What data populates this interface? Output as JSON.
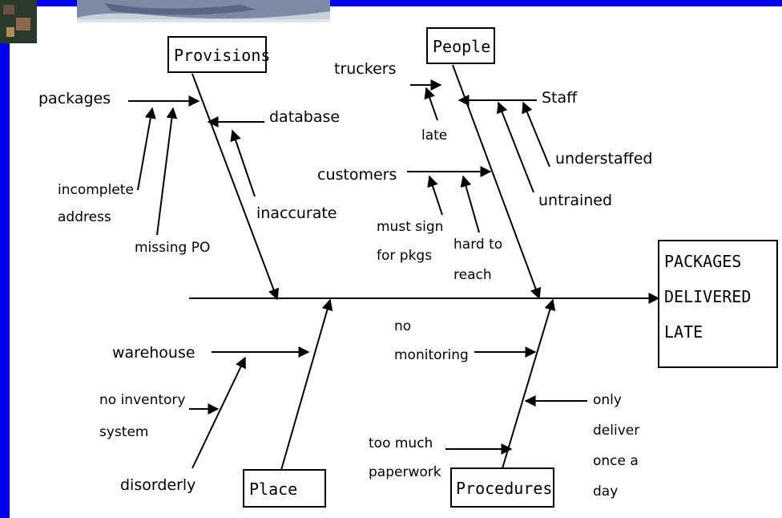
{
  "effect": {
    "lines": [
      "PACKAGES",
      "DELIVERED",
      "LATE"
    ]
  },
  "categories": {
    "provisions": "Provisions",
    "people": "People",
    "place": "Place",
    "procedures": "Procedures"
  },
  "causes": {
    "packages": "packages",
    "database": "database",
    "incomplete_address": [
      "incomplete",
      "address"
    ],
    "missing_po": "missing PO",
    "inaccurate": "inaccurate",
    "truckers": "truckers",
    "late": "late",
    "staff": "Staff",
    "understaffed": "understaffed",
    "untrained": "untrained",
    "customers": "customers",
    "must_sign": [
      "must sign",
      "for pkgs"
    ],
    "hard_to_reach": [
      "hard to",
      "reach"
    ],
    "warehouse": "warehouse",
    "no_inventory": [
      "no inventory",
      "system"
    ],
    "disorderly": "disorderly",
    "no_monitoring": [
      "no",
      "monitoring"
    ],
    "only_deliver": [
      "only",
      "deliver",
      "once a",
      "day"
    ],
    "too_much_paperwork": [
      "too much",
      "paperwork"
    ]
  }
}
